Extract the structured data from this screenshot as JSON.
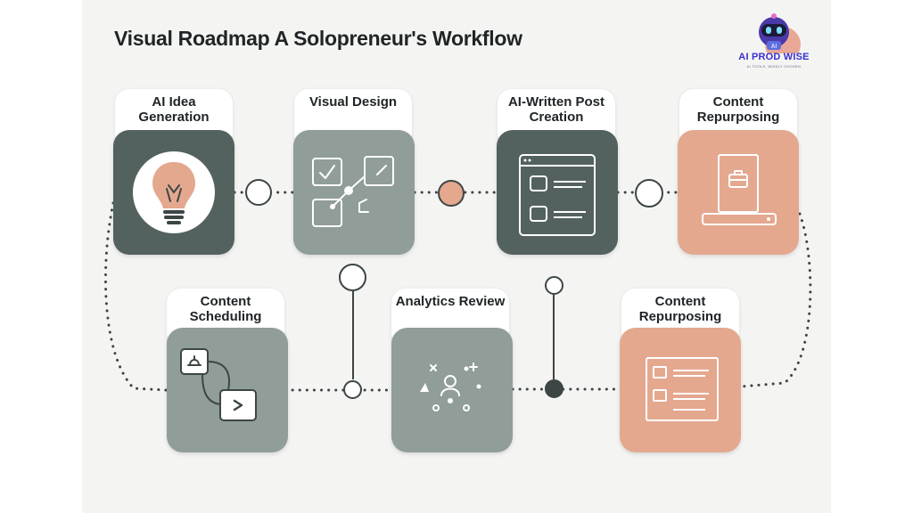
{
  "title": "Visual Roadmap A Solopreneur's Workflow",
  "logo": {
    "brand": "AI PROD WISE",
    "tagline": "AI TOOLS, WISELY CHOSEN",
    "badge": "AI"
  },
  "steps": [
    {
      "label": "AI Idea Generation",
      "icon": "lightbulb-icon"
    },
    {
      "label": "Visual Design",
      "icon": "design-frames-icon"
    },
    {
      "label": "AI-Written Post Creation",
      "icon": "browser-window-icon"
    },
    {
      "label": "Content Repurposing",
      "icon": "device-icon"
    },
    {
      "label": "Content Scheduling",
      "icon": "schedule-flow-icon"
    },
    {
      "label": "Analytics Review",
      "icon": "analytics-icon"
    },
    {
      "label": "Content Repurposing",
      "icon": "document-list-icon"
    }
  ],
  "colors": {
    "slate": "#54625f",
    "sage": "#909d98",
    "peach": "#e4a88f",
    "ink": "#3c4644"
  }
}
